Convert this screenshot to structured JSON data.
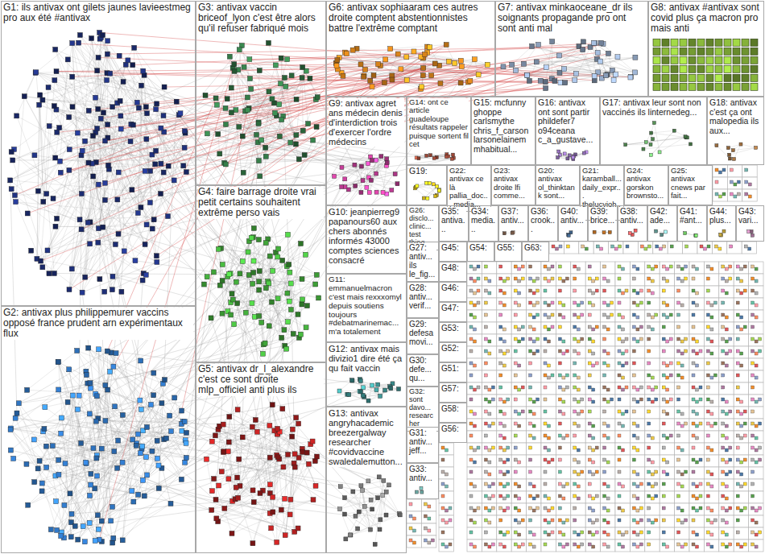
{
  "diagram": {
    "nodes": [
      {
        "text": [
          "G1: ils antivax ont gilets jaunes lavieestmeg pro aux été #antivax"
        ]
      },
      {
        "text": [
          "G2: antivax plus philippemurer vaccins opposé france prudent arn expérimentaux flux"
        ]
      },
      {
        "text": [
          "G3: antivax vaccin briceof_lyon c'est être alors qu'il refuser fabriqué mois"
        ]
      },
      {
        "text": [
          "G4: faire barrage droite vrai petit certains souhaitent extrême perso vais"
        ]
      },
      {
        "text": [
          "G5: antivax dr_l_alexandre c'est ce sont droite mlp_officiel anti plus ils"
        ]
      },
      {
        "text": [
          "G6: antivax sophiaaram ces autres droite comptent abstentionnistes battre l'extrême comptant"
        ]
      },
      {
        "text": [
          "G7: antivax minkaoceane_dr ils soignants propagande pro ont sont anti mal"
        ]
      },
      {
        "text": [
          "G8: antivax #antivax sont covid plus ça macron pro mais anti"
        ]
      },
      {
        "text": [
          "G9: antivax agret ans médecin denis d'interdiction trois d'exercer l'ordre médecins"
        ]
      },
      {
        "text": [
          "G10: jeanpierreg9 papanours60 aux chers abonnés informés 43000 comptes sciences consacré"
        ]
      },
      {
        "text": [
          "G11: emmanuelmacron c'est mais rexxxomyl depuis soutiens toujours #debatmarinemac... m'a totalement"
        ]
      },
      {
        "text": [
          "G12: antivax mais divizio1 dire été ça qu fait vaccin"
        ]
      },
      {
        "text": [
          "G13: antivax angryhacademic breezergalway researcher #covidvaccine swaledalemutton..."
        ]
      },
      {
        "text": [
          "G14: ont ce article guadeloupe résultats rappeler puisque sortent fil cet"
        ]
      },
      {
        "text": [
          "G15: mcfunny ghoppe carlsmythe chris_f_carson larsonelainem mhabitual..."
        ]
      },
      {
        "text": [
          "G16: antivax ont sont partir phildefer7 o94ceana c_a_gustave..."
        ]
      },
      {
        "text": [
          "G17: antivax leur sont non vaccinés ils linternedeg..."
        ]
      },
      {
        "text": [
          "G18: antivax c'est ça ont malopedia ils aux..."
        ]
      },
      {
        "text": [
          "G19:"
        ]
      },
      {
        "text": [
          "G22: antivax ce là pallia_doc... media..."
        ]
      },
      {
        "text": [
          "G23: antivax droite lfi comme..."
        ]
      },
      {
        "text": [
          "G20: antivax ol_thinktank sont..."
        ]
      },
      {
        "text": [
          "G21: karamball... daily_expr... thelucyjoh..."
        ]
      },
      {
        "text": [
          "G24: antivax gorskon brownsto..."
        ]
      },
      {
        "text": [
          "G25: antivax cnews par fait..."
        ]
      },
      {
        "text": [
          "G26: disclo... clinic... test thing..."
        ]
      },
      {
        "text": [
          "G35: antiva..."
        ]
      },
      {
        "text": [
          "G34: media..."
        ]
      },
      {
        "text": [
          "G37: antiv..."
        ]
      },
      {
        "text": [
          "G36: crook..."
        ]
      },
      {
        "text": [
          "G40: antiv..."
        ]
      },
      {
        "text": [
          "G39: brice..."
        ]
      },
      {
        "text": [
          "G38: antiv..."
        ]
      },
      {
        "text": [
          "G42: ade..."
        ]
      },
      {
        "text": [
          "G41: #ant..."
        ]
      },
      {
        "text": [
          "G44: plus..."
        ]
      },
      {
        "text": [
          "G43: vari..."
        ]
      },
      {
        "text": [
          "G27: antiv... ils le_fig..."
        ]
      },
      {
        "text": [
          "G28: antiv... verif..."
        ]
      },
      {
        "text": [
          "G29: defesa movi..."
        ]
      },
      {
        "text": [
          "G30: defe... qu..."
        ]
      },
      {
        "text": [
          "G32: sont davo... researcher"
        ]
      },
      {
        "text": [
          "G31: antiv... jeff..."
        ]
      },
      {
        "text": [
          "G33: antiv..."
        ]
      },
      {
        "text": [
          "G45:"
        ]
      },
      {
        "text": [
          "G48:"
        ]
      },
      {
        "text": [
          "G46:"
        ]
      },
      {
        "text": [
          "G47:"
        ]
      },
      {
        "text": [
          "G53:"
        ]
      },
      {
        "text": [
          "G52:"
        ]
      },
      {
        "text": [
          "G51:"
        ]
      },
      {
        "text": [
          "G57:"
        ]
      },
      {
        "text": [
          "G58:"
        ]
      },
      {
        "text": [
          "G56:"
        ]
      },
      {
        "text": [
          "G54:"
        ]
      },
      {
        "text": [
          "G55:"
        ]
      },
      {
        "text": [
          "G63:"
        ]
      }
    ]
  }
}
